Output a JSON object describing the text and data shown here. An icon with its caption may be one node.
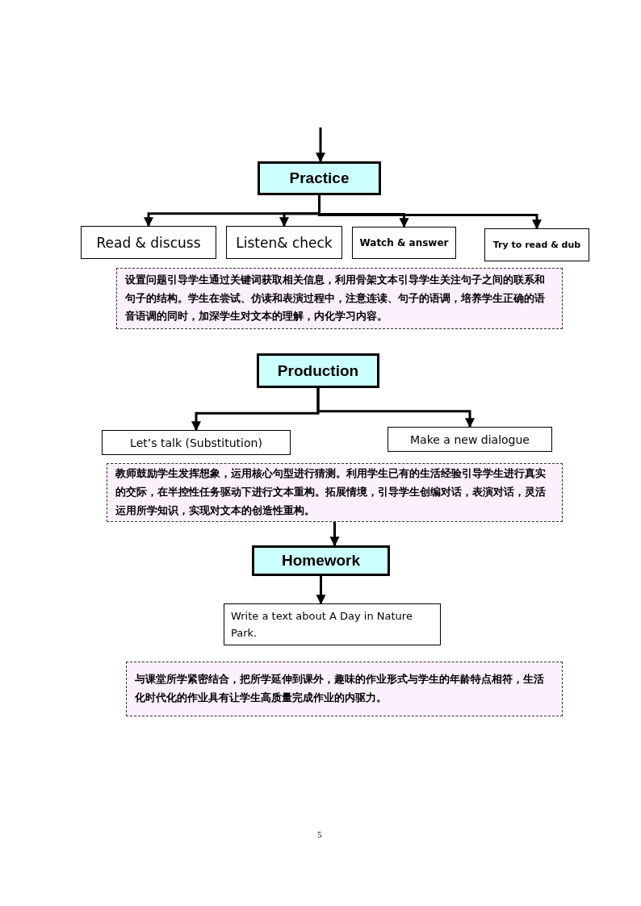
{
  "diagram": {
    "nodes": [
      {
        "text": [
          "Practice"
        ]
      },
      {
        "text": [
          "Read & discuss"
        ]
      },
      {
        "text": [
          "Listen& check"
        ]
      },
      {
        "text": [
          "Watch & answer"
        ]
      },
      {
        "text": [
          "Try to read & dub"
        ]
      },
      {
        "text": [
          "设置问题引导学生通过关键词获取相关信息，利用骨架文本引导学生关注句子之间的联系和句子的结构。学生在尝试、仿读和表演过程中，注意连读、句子的语调，培养学生正确的语音语调的同时，加深学生对文本的理解，内化学习内容。"
        ]
      },
      {
        "text": [
          "Production"
        ]
      },
      {
        "text": [
          "Let’s talk (Substitution)"
        ]
      },
      {
        "text": [
          "Make a new dialogue"
        ]
      },
      {
        "text": [
          "教师鼓励学生发挥想象，运用核心句型进行猜测。利用学生已有的生活经验引导学生进行真实的交际，在半控性任务驱动下进行文本重构。拓展情境，引导学生创编对话，表演对话，灵活运用所学知识，实现对文本的创造性重构。"
        ]
      },
      {
        "text": [
          "Homework"
        ]
      },
      {
        "text": [
          "Write a text about  A Day in Nature Park."
        ]
      },
      {
        "text": [
          "与课堂所学紧密结合，把所学延伸到课外，趣味的作业形式与学生的年龄特点相符，生活化时代化的作业具有让学生高质量完成作业的内驱力。"
        ]
      }
    ],
    "edges": [
      {
        "from": null,
        "to": 0,
        "arrow": "to"
      },
      {
        "from": 0,
        "to": 1,
        "arrow": "to"
      },
      {
        "from": 0,
        "to": 2,
        "arrow": "to"
      },
      {
        "from": 0,
        "to": 3,
        "arrow": "to"
      },
      {
        "from": 0,
        "to": 4,
        "arrow": "to"
      },
      {
        "from": 6,
        "to": 7,
        "arrow": "to"
      },
      {
        "from": 6,
        "to": 8,
        "arrow": "to"
      },
      {
        "from": 9,
        "to": 10,
        "arrow": "to"
      },
      {
        "from": 10,
        "to": 11,
        "arrow": "to"
      }
    ],
    "labels": [
      "5"
    ]
  }
}
